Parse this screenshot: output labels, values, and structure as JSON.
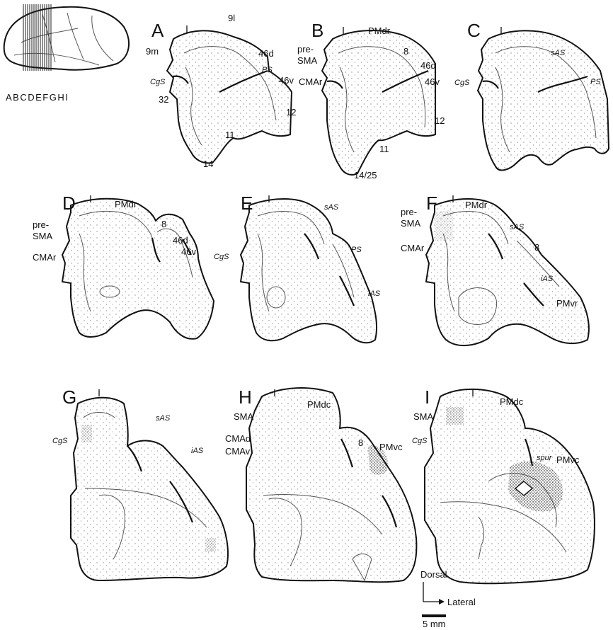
{
  "brain_strip": "ABCDEFGHI",
  "panels": {
    "A": {
      "letter": "A",
      "labels": [
        "9l",
        "9m",
        "46d",
        "PS",
        "46v",
        "CgS",
        "32",
        "12",
        "11",
        "14"
      ]
    },
    "B": {
      "letter": "B",
      "labels": [
        "PMdr",
        "pre-",
        "SMA",
        "8",
        "46d",
        "CMAr",
        "46v",
        "12",
        "11",
        "14/25"
      ]
    },
    "C": {
      "letter": "C",
      "labels": [
        "sAS",
        "CgS",
        "PS"
      ]
    },
    "D": {
      "letter": "D",
      "labels": [
        "PMdr",
        "pre-",
        "SMA",
        "8",
        "46d",
        "46v",
        "CMAr"
      ]
    },
    "E": {
      "letter": "E",
      "labels": [
        "sAS",
        "CgS",
        "PS",
        "iAS"
      ]
    },
    "F": {
      "letter": "F",
      "labels": [
        "PMdr",
        "pre-",
        "SMA",
        "sAS",
        "CMAr",
        "8",
        "iAS",
        "PMvr"
      ]
    },
    "G": {
      "letter": "G",
      "labels": [
        "sAS",
        "CgS",
        "iAS"
      ]
    },
    "H": {
      "letter": "H",
      "labels": [
        "PMdc",
        "SMA",
        "CMAd",
        "CMAv",
        "8",
        "PMvc"
      ]
    },
    "I": {
      "letter": "I",
      "labels": [
        "PMdc",
        "SMA",
        "CgS",
        "spur",
        "PMvc"
      ]
    }
  },
  "orientation": {
    "dorsal": "Dorsal",
    "lateral": "Lateral",
    "scale": "5 mm"
  },
  "colors": {
    "ink": "#111111",
    "background": "#ffffff"
  }
}
